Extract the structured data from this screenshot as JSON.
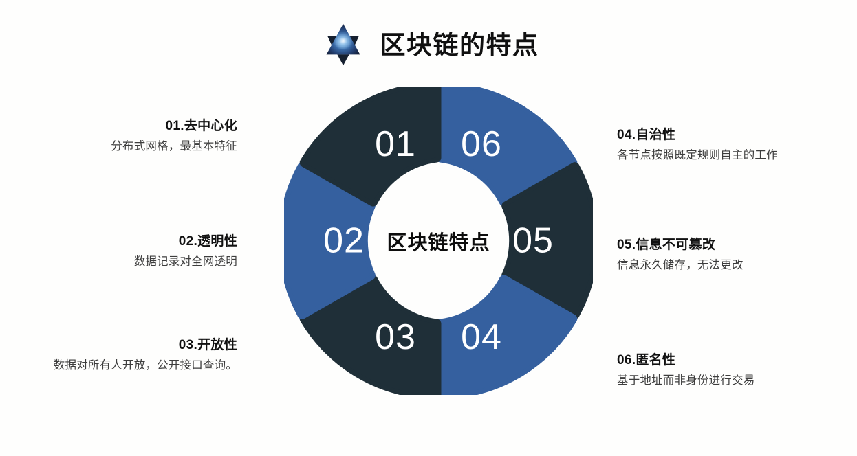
{
  "header": {
    "title": "区块链的特点",
    "logo_icon": "hexagram-star-icon"
  },
  "diagram": {
    "center_label": "区块链特点",
    "colors": {
      "dark": "#1f2f38",
      "blue": "#35609f",
      "background": "#fefefd",
      "number_text": "#ffffff",
      "title_text": "#111111",
      "desc_text": "#3d3d3d"
    },
    "segments": [
      {
        "number": "01",
        "color": "dark",
        "position": "top-left"
      },
      {
        "number": "02",
        "color": "blue",
        "position": "left"
      },
      {
        "number": "03",
        "color": "dark",
        "position": "bottom-left"
      },
      {
        "number": "04",
        "color": "blue",
        "position": "bottom-right"
      },
      {
        "number": "05",
        "color": "dark",
        "position": "right"
      },
      {
        "number": "06",
        "color": "blue",
        "position": "top-right"
      }
    ]
  },
  "labels": [
    {
      "id": "01",
      "title": "01.去中心化",
      "desc": "分布式网格，最基本特征",
      "side": "left"
    },
    {
      "id": "02",
      "title": "02.透明性",
      "desc": "数据记录对全网透明",
      "side": "left"
    },
    {
      "id": "03",
      "title": "03.开放性",
      "desc": "数据对所有人开放，公开接口查询。",
      "side": "left"
    },
    {
      "id": "04",
      "title": "04.自治性",
      "desc": "各节点按照既定规则自主的工作",
      "side": "right"
    },
    {
      "id": "05",
      "title": "05.信息不可篡改",
      "desc": "信息永久储存，无法更改",
      "side": "right"
    },
    {
      "id": "06",
      "title": "06.匿名性",
      "desc": "基于地址而非身份进行交易",
      "side": "right"
    }
  ]
}
